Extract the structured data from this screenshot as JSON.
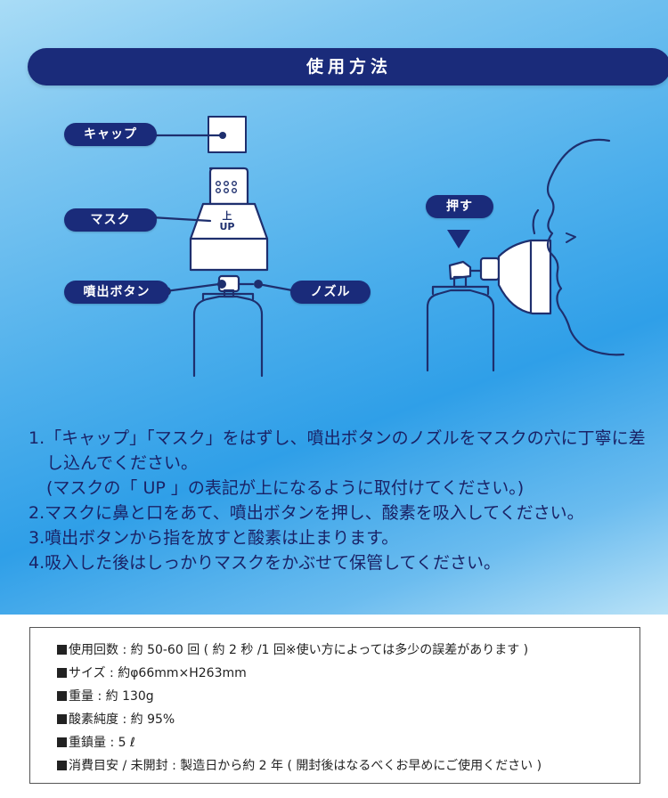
{
  "header": {
    "title": "使用方法"
  },
  "labels": {
    "cap": "キャップ",
    "mask": "マスク",
    "spray_button": "噴出ボタン",
    "nozzle": "ノズル",
    "push": "押す",
    "mask_mark_kanji": "上",
    "mask_mark_en": "UP"
  },
  "instructions": [
    "1.「キャップ」「マスク」をはずし、噴出ボタンのノズルをマスクの穴に丁寧に差",
    "し込んでください。",
    "(マスクの「 UP 」の表記が上になるように取付けてください。)",
    "2.マスクに鼻と口をあて、噴出ボタンを押し、酸素を吸入してください。",
    "3.噴出ボタンから指を放すと酸素は止まります。",
    "4.吸入した後はしっかりマスクをかぶせて保管してください。"
  ],
  "specs": [
    "使用回数 : 約 50-60 回 ( 約 2 秒 /1 回※使い方によっては多少の誤差があります )",
    "サイズ : 約φ66mm×H263mm",
    "重量 : 約 130g",
    "酸素純度 : 約 95%",
    "重鎮量 : 5 ℓ",
    "消費目安 / 未開封 : 製造日から約 2 年 ( 開封後はなるべくお早めにご使用ください )"
  ],
  "colors": {
    "navy": "#1a2b7a",
    "text_dark_blue": "#1a2266",
    "line_art": "#1e2f6e"
  }
}
